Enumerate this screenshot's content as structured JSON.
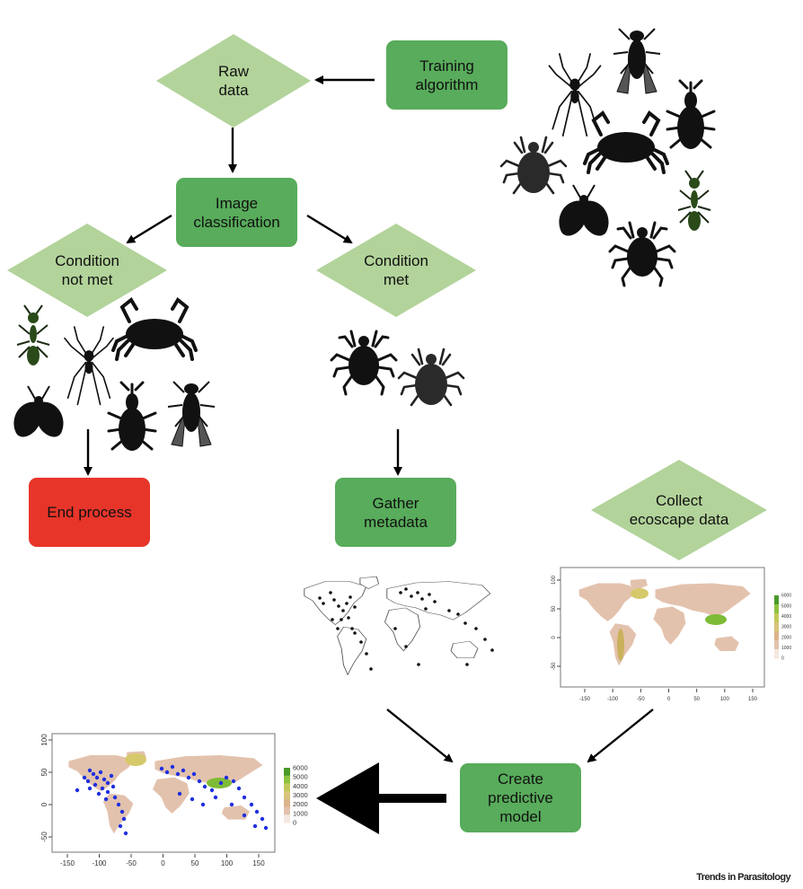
{
  "nodes": {
    "raw_data": "Raw\ndata",
    "training_algorithm": "Training\nalgorithm",
    "image_classification": "Image\nclassification",
    "condition_not_met": "Condition\nnot met",
    "condition_met": "Condition\nmet",
    "end_process": "End process",
    "gather_metadata": "Gather\nmetadata",
    "collect_ecoscape": "Collect\necoscape data",
    "create_model": "Create\npredictive\nmodel"
  },
  "icons": {
    "training_set": [
      "spider-icon",
      "fly-icon",
      "weevil-icon",
      "tick-icon",
      "crab-icon",
      "ant-icon",
      "moth-icon",
      "tick-icon"
    ],
    "rejected_set": [
      "ant-icon",
      "spider-icon",
      "crab-icon",
      "moth-icon",
      "weevil-icon",
      "fly-icon"
    ],
    "accepted_set": [
      "tick-icon",
      "tick-icon"
    ]
  },
  "maps": {
    "ecoscape_map": {
      "x_ticks": [
        "-150",
        "-100",
        "-50",
        "0",
        "50",
        "100",
        "150"
      ],
      "y_ticks": [
        "100",
        "50",
        "0",
        "-50"
      ],
      "legend_ticks": [
        "6000",
        "5000",
        "4000",
        "3000",
        "2000",
        "1000",
        "0"
      ]
    },
    "prediction_map": {
      "x_ticks": [
        "-150",
        "-100",
        "-50",
        "0",
        "50",
        "100",
        "150"
      ],
      "y_ticks": [
        "100",
        "50",
        "0",
        "-50"
      ],
      "legend_ticks": [
        "6000",
        "5000",
        "4000",
        "3000",
        "2000",
        "1000",
        "0"
      ]
    }
  },
  "colors": {
    "process": "#58ac5b",
    "decision": "#b2d39a",
    "terminal": "#e8352a",
    "occurrence_points": "#1f2fe0"
  },
  "footer": {
    "credit": "Trends in Parasitology"
  }
}
